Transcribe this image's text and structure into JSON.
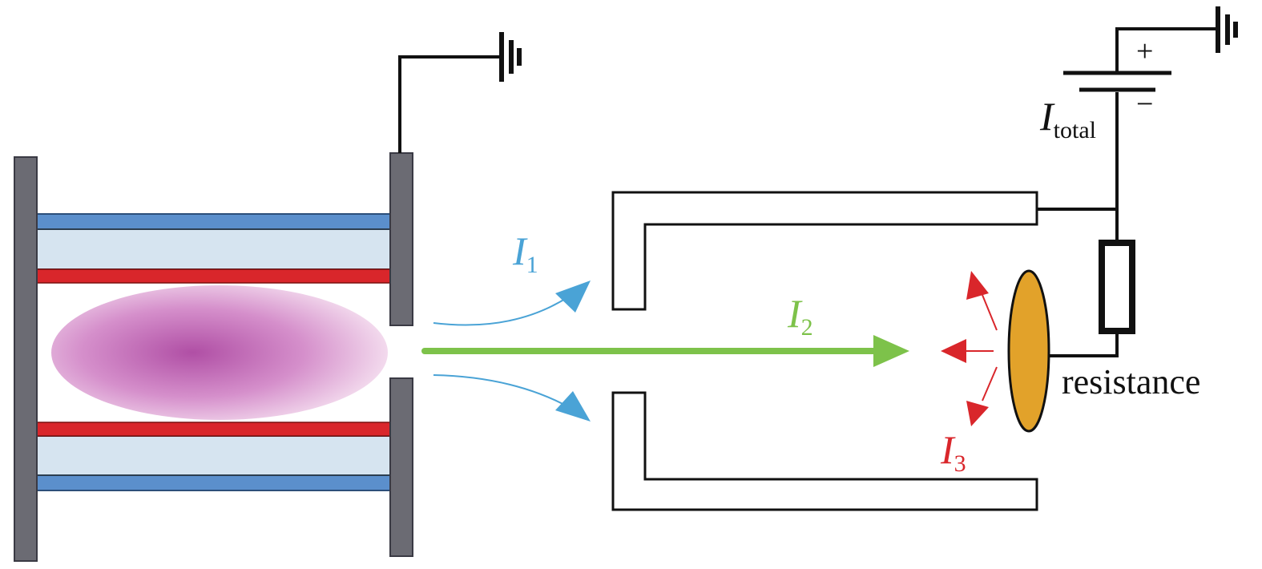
{
  "labels": {
    "i1": {
      "symbol": "I",
      "subscript": "1"
    },
    "i2": {
      "symbol": "I",
      "subscript": "2"
    },
    "i3": {
      "symbol": "I",
      "subscript": "3"
    },
    "itotal": {
      "symbol": "I",
      "subscript": "total"
    },
    "plus": "+",
    "minus": "−",
    "resistance": "resistance"
  },
  "colors": {
    "electrode_gray": "#6b6b73",
    "electrode_stroke": "#3a3a44",
    "outer_blue": "#5b8fcc",
    "inner_light_blue": "#d6e4f0",
    "magnet_red": "#d9262b",
    "plasma_purple": "#b04fa5",
    "i1_blue": "#4aa3d6",
    "i2_green": "#7dc24a",
    "i3_red": "#d9262b",
    "collector_orange": "#e2a22a",
    "wire_black": "#111111"
  }
}
